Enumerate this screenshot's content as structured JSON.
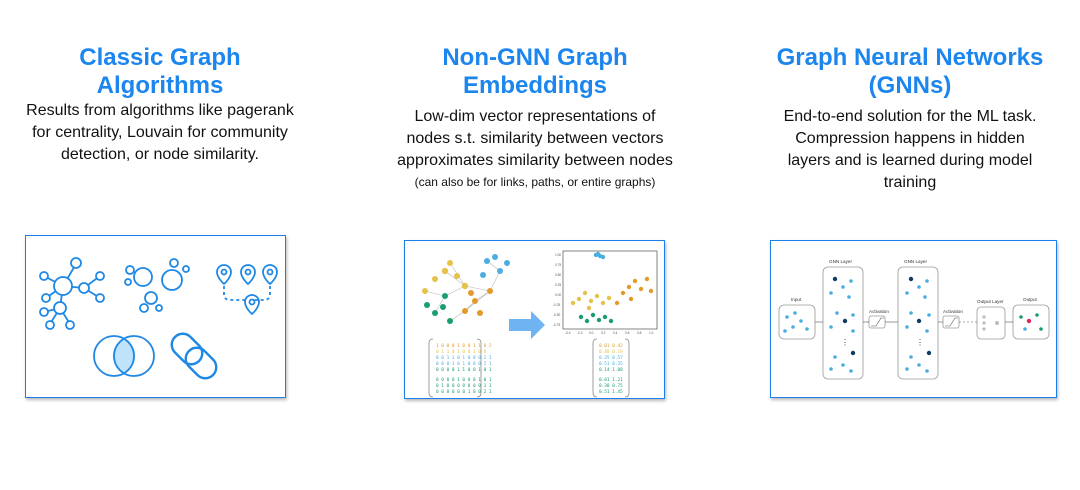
{
  "columns": [
    {
      "title_line1": "Classic Graph",
      "title_line2": "Algorithms",
      "desc_lines": [
        "Results from algorithms like pagerank",
        "for centrality, Louvain for community",
        "detection, or node similarity."
      ]
    },
    {
      "title_line1": "Non-GNN Graph",
      "title_line2": "Embeddings",
      "desc_lines": [
        "Low-dim vector representations of",
        "nodes s.t. similarity between vectors",
        "approximates similarity between nodes"
      ],
      "note": "(can also be for links, paths, or entire graphs)"
    },
    {
      "title_line1": "Graph Neural Networks",
      "title_line2": "(GNNs)",
      "desc_lines": [
        "End-to-end solution for the ML task.",
        "Compression happens in hidden",
        "layers and is learned during model",
        "training"
      ]
    }
  ],
  "embed_panel": {
    "vectors_top": [
      "1 0 0 0 1 0 0 1 1 0 2",
      "0 1 1 0 1 0 0 1 0 0",
      "0 0 1 1 0 1 0 0 0 2 1",
      "0 0 0 1 0 1 0 0 0 2 1",
      "0 0 0 0 1 1 0 0 1 0 1"
    ],
    "vectors_bottom": [
      "0 0 0 0 1 0 0 0 1 0 1",
      "0 1 0 0 0 0 0 0 0 1 1",
      "0 0 0 0 0 0 1 0 0 2 1"
    ],
    "embeds_top": [
      "0.01 0.42",
      "0.40 0.19",
      "0.35 0.57",
      "0.51 0.35",
      "0.14 1.08"
    ],
    "embeds_bottom": [
      "0.81 1.21",
      "0.38 0.75",
      "0.51 1.45"
    ],
    "x_ticks": [
      "-0.4",
      "-0.2",
      "0.0",
      "0.2",
      "0.4",
      "0.6",
      "0.8",
      "1.0"
    ],
    "y_ticks": [
      "1.00",
      "0.75",
      "0.50",
      "0.25",
      "0.00",
      "-0.25",
      "-0.50",
      "-0.75"
    ]
  },
  "gnn_panel": {
    "input_label": "Input",
    "gnn_layer_label_1": "GNN Layer",
    "gnn_layer_label_2": "GNN Layer",
    "activation_label_1": "Activation",
    "activation_label_2": "Activation",
    "output_layer_label": "Output Layer",
    "output_label": "Output"
  },
  "colors": {
    "title": "#1c86ee",
    "panel_border": "#1a7fe8",
    "icon_blue": "#1e88e5",
    "node_green": "#1a9e6e",
    "node_yellow": "#e5c24a",
    "node_orange": "#e39a2a",
    "node_light_blue": "#4aaee0"
  }
}
